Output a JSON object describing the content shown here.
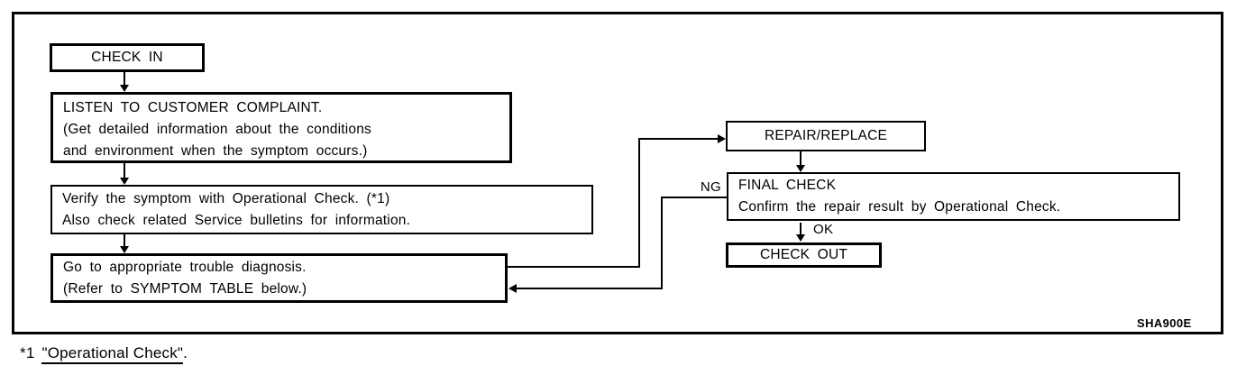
{
  "flowchart": {
    "boxes": {
      "check_in": {
        "label": "CHECK IN"
      },
      "listen": {
        "line1": "LISTEN TO CUSTOMER COMPLAINT.",
        "line2": "(Get detailed information about the conditions",
        "line3": "and environment when the symptom occurs.)"
      },
      "verify": {
        "line1": "Verify the symptom with Operational Check. (*1)",
        "line2": "Also check related Service bulletins for information."
      },
      "diagnosis": {
        "line1": "Go to appropriate trouble diagnosis.",
        "line2": "(Refer to SYMPTOM TABLE below.)"
      },
      "repair": {
        "label": "REPAIR/REPLACE"
      },
      "final_check": {
        "line1": "FINAL CHECK",
        "line2": "Confirm the repair result by Operational Check."
      },
      "check_out": {
        "label": "CHECK OUT"
      }
    },
    "labels": {
      "ng": "NG",
      "ok": "OK",
      "figure_code": "SHA900E"
    }
  },
  "footnote": {
    "marker": "*1",
    "link_text": "\"Operational Check\"",
    "suffix": "."
  },
  "colors": {
    "line": "#000000",
    "background": "#ffffff",
    "text": "#000000"
  }
}
